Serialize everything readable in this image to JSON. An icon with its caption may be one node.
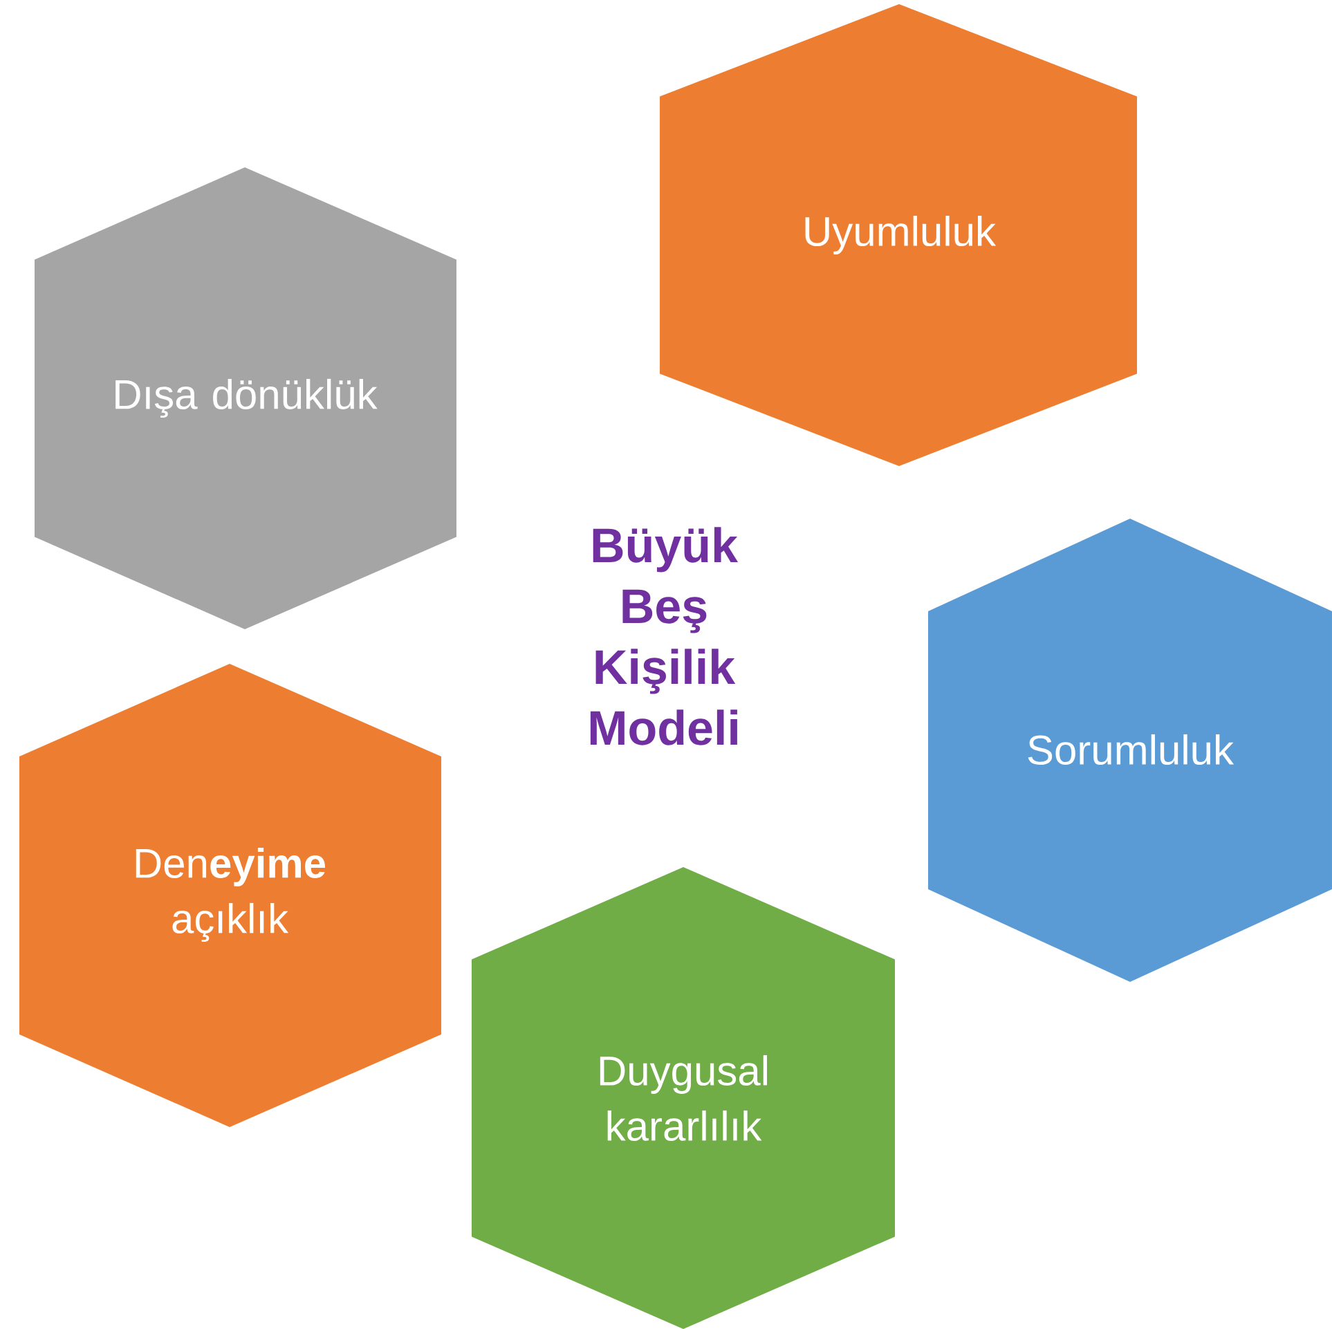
{
  "diagram": {
    "title": "Büyük Beş Kişilik Modeli",
    "nodes": [
      {
        "text": [
          "Uyumluluk"
        ]
      },
      {
        "text": [
          "Dışa dönüklük"
        ]
      },
      {
        "text": [
          "Sorumluluk"
        ]
      },
      {
        "text": [
          "Den**eyime** açıklık"
        ]
      },
      {
        "text": [
          "Duygusal kararlılık"
        ]
      }
    ]
  }
}
